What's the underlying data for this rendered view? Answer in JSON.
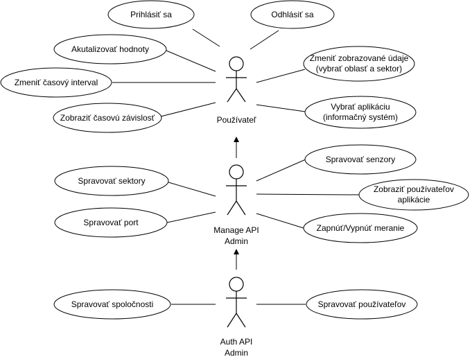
{
  "actors": {
    "user": {
      "label": "Používateľ"
    },
    "manage_admin": {
      "label_1": "Manage API",
      "label_2": "Admin"
    },
    "auth_admin": {
      "label_1": "Auth API",
      "label_2": "Admin"
    }
  },
  "use_cases": {
    "login": "Prihlásiť sa",
    "logout": "Odhlásiť sa",
    "refresh": "Akutalizovať hodnoty",
    "change_display_1": "Zmeniť zobrazované údaje",
    "change_display_2": "(vybrať oblasť a sektor)",
    "change_interval": "Zmeniť časový interval",
    "show_dependency": "Zobraziť časovú závislosť",
    "select_app_1": "Vybrať aplikáciu",
    "select_app_2": "(informačný systém)",
    "manage_sensors": "Spravovať senzory",
    "manage_sectors": "Spravovať sektory",
    "show_users_1": "Zobraziť používateľov",
    "show_users_2": "aplikácie",
    "manage_port": "Spravovať port",
    "toggle_measure": "Zapnúť/Vypnúť meranie",
    "manage_companies": "Spravovať spoločnosti",
    "manage_users": "Spravovať používateľov"
  }
}
